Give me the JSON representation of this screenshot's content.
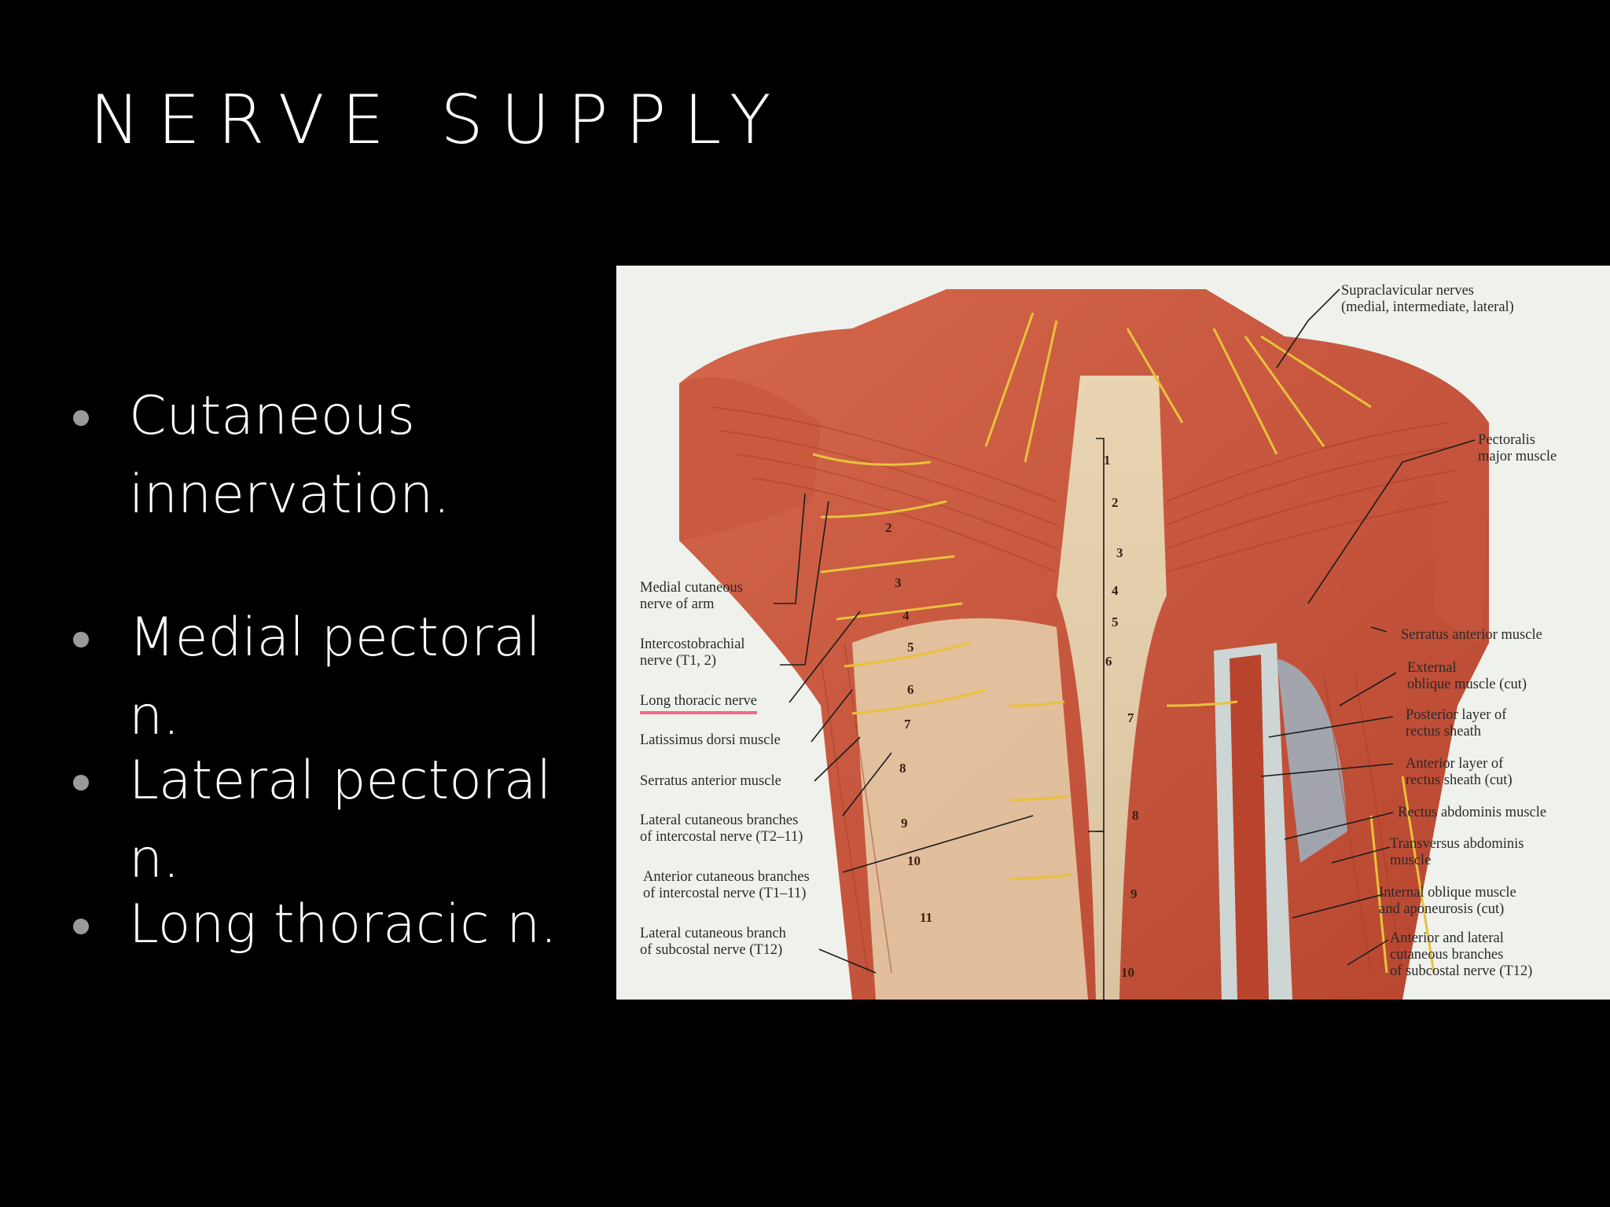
{
  "slide": {
    "title": "NERVE SUPPLY",
    "bullets": [
      {
        "text": "Cutaneous innervation."
      },
      {
        "text": "Medial pectoral n."
      },
      {
        "text": "Lateral pectoral n."
      },
      {
        "text": "Long thoracic n."
      }
    ]
  },
  "figure": {
    "labels_left": [
      "Medial cutaneous\nnerve of arm",
      "Intercostobrachial\nnerve (T1, 2)",
      "Long thoracic nerve",
      "Latissimus dorsi muscle",
      "Serratus anterior muscle",
      "Lateral cutaneous branches\nof intercostal nerve (T2–11)",
      "Anterior cutaneous branches\nof intercostal nerve (T1–11)",
      "Lateral cutaneous branch\nof subcostal nerve (T12)"
    ],
    "labels_right": [
      "Supraclavicular nerves\n(medial, intermediate, lateral)",
      "Pectoralis\nmajor muscle",
      "Serratus anterior muscle",
      "External\noblique muscle (cut)",
      "Posterior layer of\nrectus sheath",
      "Anterior layer of\nrectus sheath (cut)",
      "Rectus abdominis muscle",
      "Transversus abdominis\nmuscle",
      "Internal oblique muscle\nand aponeurosis (cut)",
      "Anterior and lateral\ncutaneous branches\nof subcostal nerve (T12)"
    ],
    "numbers_lateral": [
      "2",
      "3",
      "4",
      "5",
      "6",
      "7",
      "8",
      "9",
      "10",
      "11"
    ],
    "numbers_midline": [
      "1",
      "2",
      "3",
      "4",
      "5",
      "6",
      "7",
      "8",
      "9",
      "10"
    ],
    "highlight_color": "#f06a84",
    "muscle_color": "#c8553e",
    "nerve_color": "#e8c23a"
  }
}
